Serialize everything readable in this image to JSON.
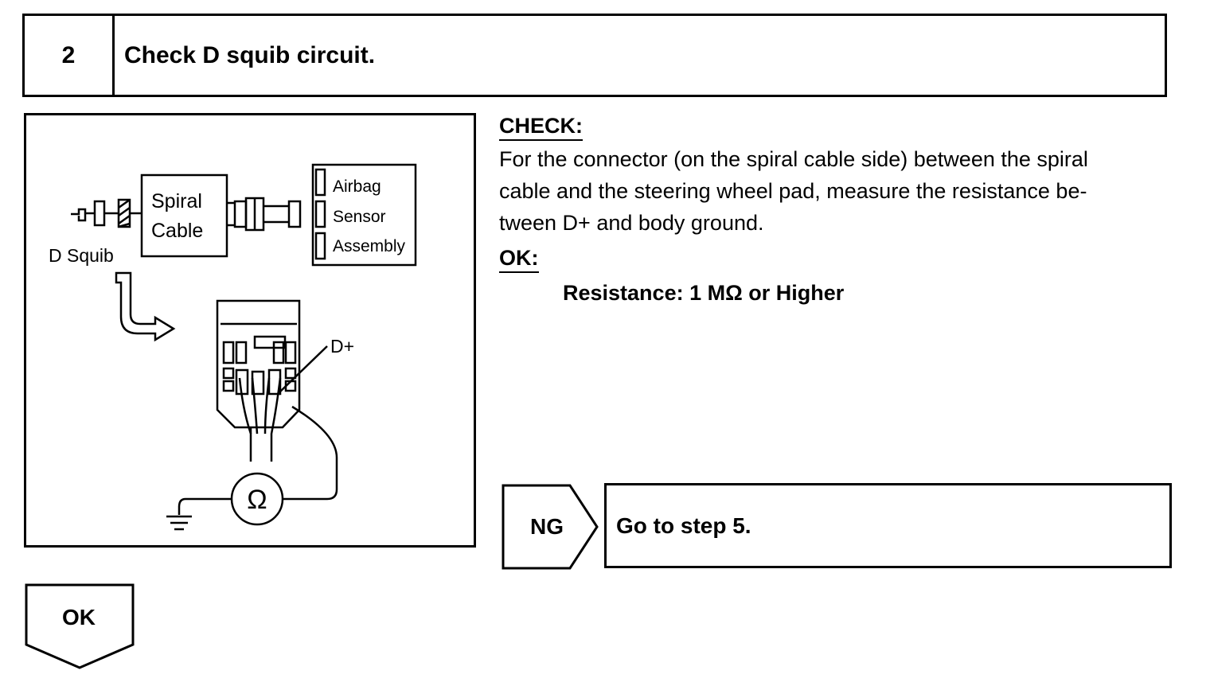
{
  "step": {
    "number": "2",
    "title": "Check D squib circuit."
  },
  "diagram": {
    "spiral_cable_line1": "Spiral",
    "spiral_cable_line2": "Cable",
    "airbag_line1": "Airbag",
    "airbag_line2": "Sensor",
    "airbag_line3": "Assembly",
    "d_squib_label": "D Squib",
    "terminal_label": "D+",
    "ohmmeter_symbol": "Ω",
    "icons": [
      "connector-icon",
      "arrow-icon",
      "ohmmeter-icon",
      "ground-icon"
    ]
  },
  "check": {
    "heading": "CHECK:",
    "line1": "For the connector (on the spiral cable side) between the spiral",
    "line2": "cable and the steering wheel pad, measure the resistance be-",
    "line3": "tween D+ and body ground.",
    "ok_heading": "OK:",
    "spec": "Resistance: 1 MΩ or Higher"
  },
  "results": {
    "ng_label": "NG",
    "ng_action": "Go to step 5.",
    "ok_label": "OK"
  },
  "colors": {
    "ink": "#000000",
    "background": "#ffffff"
  }
}
